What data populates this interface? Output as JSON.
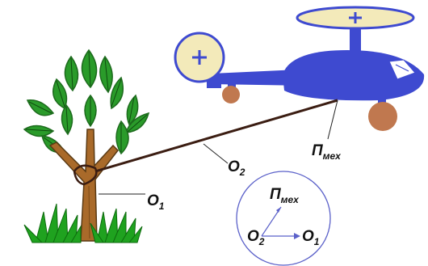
{
  "labels": {
    "o1": {
      "main": "O",
      "sub": "1"
    },
    "o2": {
      "main": "O",
      "sub": "2"
    },
    "pmex": {
      "main": "П",
      "sub": "мех"
    }
  },
  "inset": {
    "pmex": {
      "main": "П",
      "sub": "мех"
    },
    "o2": {
      "main": "O",
      "sub": "2"
    },
    "o1": {
      "main": "O",
      "sub": "1"
    }
  },
  "colors": {
    "helicopter_body": "#3e4ad0",
    "rotor_disc": "#f3eaba",
    "rotor_border": "#3e4ad0",
    "wheel": "#c0784f",
    "leaf": "#2a9b2a",
    "leaf_dark": "#1d6b1d",
    "trunk": "#a96a2a",
    "trunk_outline": "#5a3a14",
    "grass": "#1fa21f",
    "rope": "#3b1d12",
    "circle": "#5b61c9"
  }
}
